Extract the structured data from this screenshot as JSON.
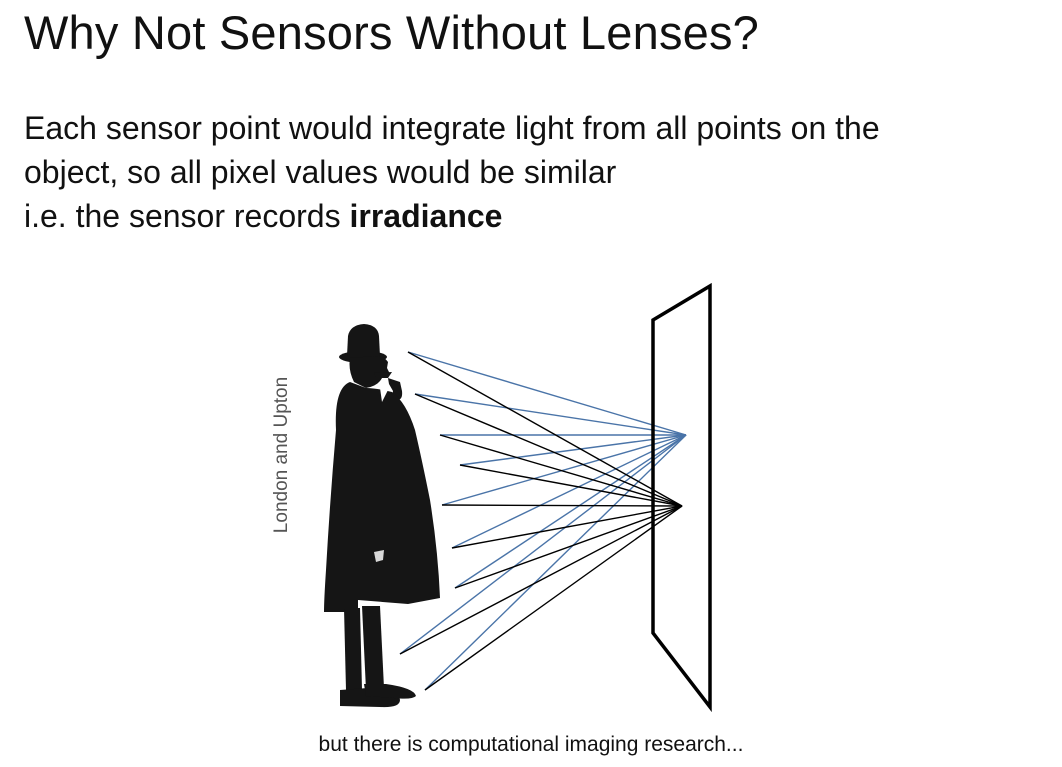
{
  "slide": {
    "title": "Why Not Sensors Without Lenses?",
    "body_lines": [
      "Each sensor point would integrate light from all points on the",
      "object, so all pixel values would be similar"
    ],
    "body_line3_prefix": "i.e. the sensor records ",
    "body_line3_emphasis": "irradiance"
  },
  "figure": {
    "credit": "London and Upton",
    "caption": "but there is computational imaging research...",
    "figure_icon": "man-in-bowler-hat-silhouette",
    "colors": {
      "blue_rays": "#4a74a8",
      "black_rays": "#000000"
    }
  }
}
